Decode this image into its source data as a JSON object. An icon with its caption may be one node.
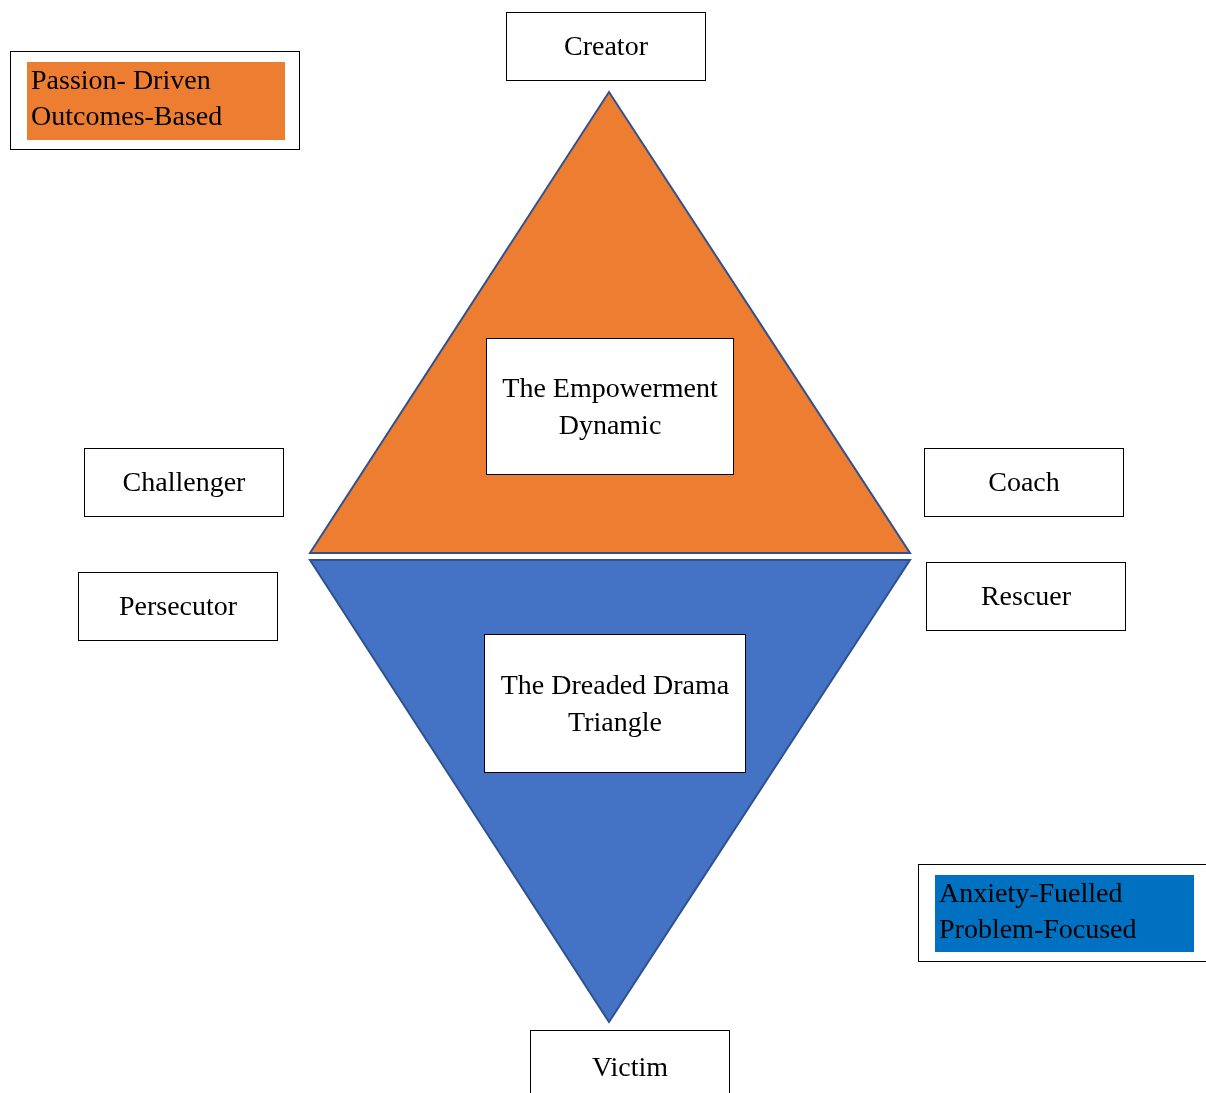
{
  "diagram": {
    "nodes": [
      {
        "text": [
          "Creator"
        ]
      },
      {
        "text": [],
        "shape": "triangle"
      },
      {
        "text": [
          "The Empowerment Dynamic"
        ],
        "in": 1
      },
      {
        "text": [
          "Challenger"
        ]
      },
      {
        "text": [
          "Coach"
        ]
      },
      {
        "text": [],
        "shape": "triangle"
      },
      {
        "text": [
          "Persecutor"
        ]
      },
      {
        "text": [
          "Rescuer"
        ]
      },
      {
        "text": [
          "The Dreaded Drama Triangle"
        ],
        "in": 5
      },
      {
        "text": [
          "Victim"
        ]
      }
    ],
    "edges": [],
    "legend": [
      {
        "text": "Passion- Driven Outcomes-Based",
        "color": "#ed7d31"
      },
      {
        "text": "Anxiety-Fuelled Problem-Focused",
        "color": "#0070c0"
      }
    ]
  }
}
